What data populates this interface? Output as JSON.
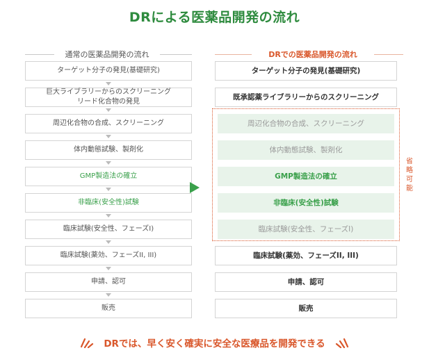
{
  "title": "DRによる医薬品開発の流れ",
  "left": {
    "heading": "通常の医薬品開発の流れ",
    "steps": [
      {
        "text": "ターゲット分子の発見(基礎研究)",
        "green": false
      },
      {
        "text": "巨大ライブラリーからのスクリーニング\nリード化合物の発見",
        "green": false
      },
      {
        "text": "周辺化合物の合成、スクリーニング",
        "green": false
      },
      {
        "text": "体内動態試験、製剤化",
        "green": false
      },
      {
        "text": "GMP製造法の確立",
        "green": true
      },
      {
        "text": "非臨床(安全性)試験",
        "green": true
      },
      {
        "text": "臨床試験(安全性、フェーズI)",
        "green": false
      },
      {
        "text": "臨床試験(薬効、フェーズII, III)",
        "green": false
      },
      {
        "text": "申請、認可",
        "green": false
      },
      {
        "text": "販売",
        "green": false
      }
    ]
  },
  "right": {
    "heading": "DRでの医薬品開発の流れ",
    "steps": [
      {
        "text": "ターゲット分子の発見(基礎研究)",
        "omittable": false,
        "green": false
      },
      {
        "text": "既承認薬ライブラリーからのスクリーニング",
        "omittable": false,
        "green": false
      },
      {
        "text": "周辺化合物の合成、スクリーニング",
        "omittable": true,
        "green": false
      },
      {
        "text": "体内動態試験、製剤化",
        "omittable": true,
        "green": false
      },
      {
        "text": "GMP製造法の確立",
        "omittable": true,
        "green": true
      },
      {
        "text": "非臨床(安全性)試験",
        "omittable": true,
        "green": true
      },
      {
        "text": "臨床試験(安全性、フェーズI)",
        "omittable": true,
        "green": false
      },
      {
        "text": "臨床試験(薬効、フェーズII, III)",
        "omittable": false,
        "green": false
      },
      {
        "text": "申請、認可",
        "omittable": false,
        "green": false
      },
      {
        "text": "販売",
        "omittable": false,
        "green": false
      }
    ],
    "omit_label": "省略可能"
  },
  "footer": "DRでは、早く安く確実に安全な医療品を開発できる",
  "colors": {
    "title": "#2e8b3e",
    "green_text": "#3aa04b",
    "accent": "#d9572b",
    "omit_fill": "#e8f3ea",
    "arrow": "#3aa04b"
  }
}
